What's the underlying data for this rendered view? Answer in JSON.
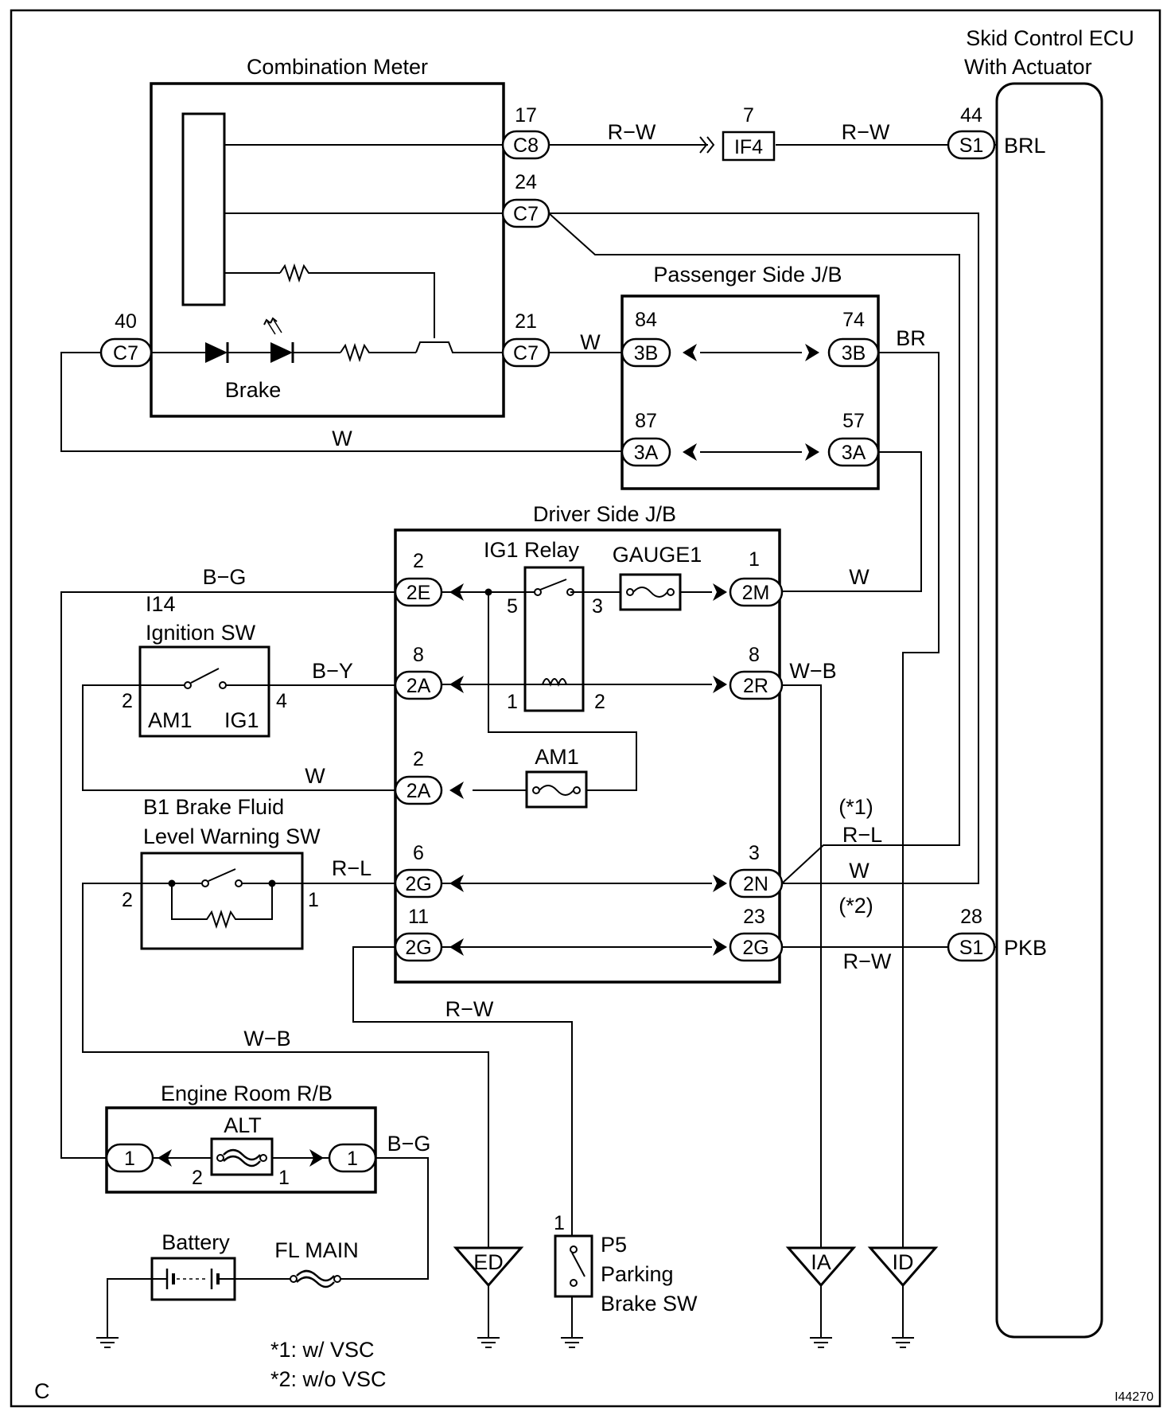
{
  "labels": {
    "combination_meter": "Combination Meter",
    "skid_ecu_line1": "Skid Control ECU",
    "skid_ecu_line2": "With Actuator",
    "passenger_jb": "Passenger Side J/B",
    "driver_jb": "Driver Side J/B",
    "engine_rb": "Engine Room R/B",
    "ig1_relay": "IG1 Relay",
    "gauge1": "GAUGE1",
    "am1_fuse": "AM1",
    "alt": "ALT",
    "fl_main": "FL MAIN",
    "battery": "Battery",
    "brake": "Brake",
    "ignition_ref": "I14",
    "ignition_sw": "Ignition SW",
    "ig_am1": "AM1",
    "ig_ig1": "IG1",
    "b1_line1": "B1 Brake Fluid",
    "b1_line2": "Level Warning SW",
    "p5_ref": "P5",
    "p5_line1": "Parking",
    "p5_line2": "Brake SW",
    "brl": "BRL",
    "pkb": "PKB",
    "note_vsc1": "(*1)",
    "note_vsc2": "(*2)",
    "footnote1": "*1: w/ VSC",
    "footnote2": "*2: w/o VSC",
    "corner": "C",
    "figure_id": "I44270"
  },
  "wires": {
    "rw1": "R−W",
    "rw2": "R−W",
    "w_21": "W",
    "br": "BR",
    "w_87": "W",
    "bg_top": "B−G",
    "w_2m": "W",
    "by": "B−Y",
    "wb_2r": "W−B",
    "w_am1": "W",
    "rl_1": "R−L",
    "rl_vsc": "R−L",
    "w_vsc": "W",
    "rw_pkb": "R−W",
    "rw_p5": "R−W",
    "wb_ed": "W−B",
    "bg_rb": "B−G"
  },
  "connectors": {
    "c8": "C8",
    "c7_24": "C7",
    "c7_21": "C7",
    "c7_40": "C7",
    "if4": "IF4",
    "s1_44": "S1",
    "s1_28": "S1",
    "b3_84": "3B",
    "b3_74": "3B",
    "a3_87": "3A",
    "a3_57": "3A",
    "e2": "2E",
    "m2": "2M",
    "a2_8": "2A",
    "r2": "2R",
    "a2_2": "2A",
    "g2_6": "2G",
    "n2": "2N",
    "g2_11": "2G",
    "g2_23": "2G",
    "rb1_l": "1",
    "rb1_r": "1"
  },
  "pins": {
    "p17": "17",
    "p24": "24",
    "p7": "7",
    "p44": "44",
    "p40": "40",
    "p21": "21",
    "p84": "84",
    "p74": "74",
    "p87": "87",
    "p57": "57",
    "p2e": "2",
    "p2m": "1",
    "p8a": "8",
    "p8r": "8",
    "p2a": "2",
    "p6": "6",
    "p3n": "3",
    "p11": "11",
    "p23": "23",
    "p28": "28",
    "r5": "5",
    "r3": "3",
    "r1": "1",
    "r2": "2",
    "ig2": "2",
    "ig4": "4",
    "b1_2": "2",
    "b1_1": "1",
    "alt2": "2",
    "alt1": "1",
    "p5_1": "1"
  },
  "grounds": {
    "ed": "ED",
    "ia": "IA",
    "id": "ID"
  }
}
